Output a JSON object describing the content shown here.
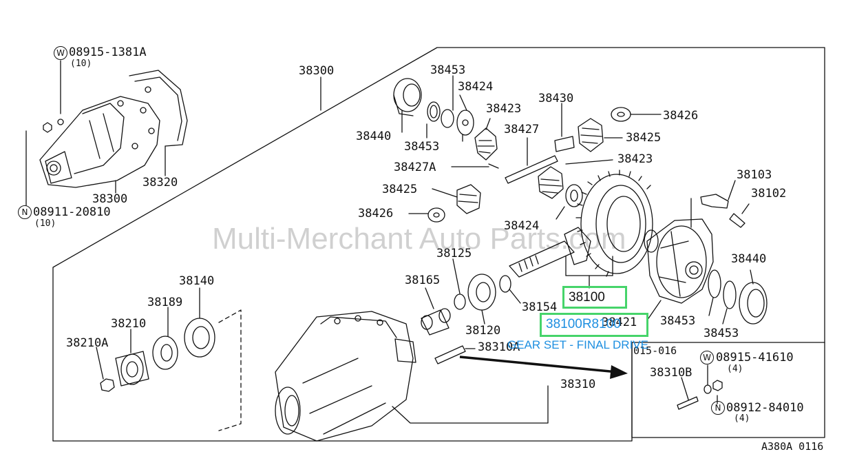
{
  "watermark": "Multi-Merchant Auto Parts.com",
  "highlight": {
    "part_number": "38100",
    "full_part_number": "38100R8100",
    "description": "GEAR SET - FINAL DRIVE"
  },
  "labels": {
    "w_top_num": "08915-1381A",
    "w_top_qty": "(10)",
    "n_top_num": "08911-20810",
    "n_top_qty": "(10)",
    "p38300_top": "38300",
    "p38300_case": "38300",
    "p38320": "38320",
    "p38453_a": "38453",
    "p38424_a": "38424",
    "p38423_a": "38423",
    "p38430": "38430",
    "p38426_a": "38426",
    "p38440_a": "38440",
    "p38453_b": "38453",
    "p38427": "38427",
    "p38425_a": "38425",
    "p38427A": "38427A",
    "p38423_b": "38423",
    "p38425_b": "38425",
    "p38103": "38103",
    "p38102": "38102",
    "p38426_b": "38426",
    "p38424_b": "38424",
    "p38125": "38125",
    "p38140": "38140",
    "p38440_b": "38440",
    "p38165": "38165",
    "p38189": "38189",
    "p38210": "38210",
    "p38154": "38154",
    "p38421": "38421",
    "p38453_c": "38453",
    "p38210A": "38210A",
    "p38120": "38120",
    "p38310A": "38310A",
    "p38453_d": "38453",
    "p38310": "38310",
    "box_tag": "015-016",
    "w_bot_num": "08915-41610",
    "w_bot_qty": "(4)",
    "p38310B": "38310B",
    "n_bot_num": "08912-84010",
    "n_bot_qty": "(4)",
    "figure_code": "A380A 0116",
    "circle_w": "W",
    "circle_n": "N"
  }
}
